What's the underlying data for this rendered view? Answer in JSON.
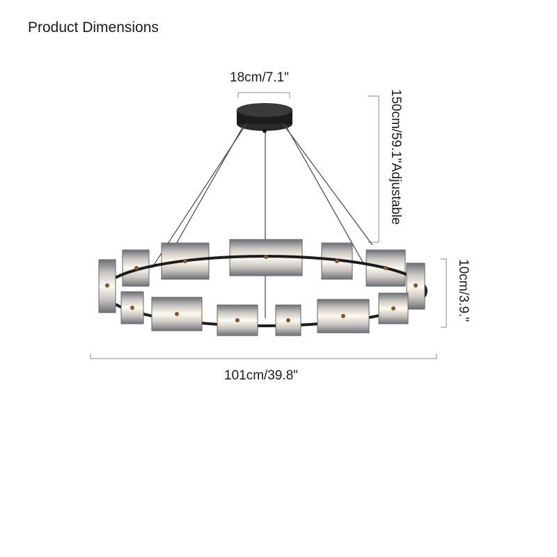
{
  "title": "Product Dimensions",
  "dimensions": {
    "canopy_width": "18cm/7.1\"",
    "hanging_height": "150cm/59.1\"Adjustable",
    "ring_height": "10cm/3.9.\"",
    "ring_diameter": "101cm/39.8\""
  },
  "colors": {
    "frame": "#1c1c1c",
    "shade_glass": "#8a8a90",
    "light": "#fff3dc",
    "dimension_line": "#888888"
  }
}
